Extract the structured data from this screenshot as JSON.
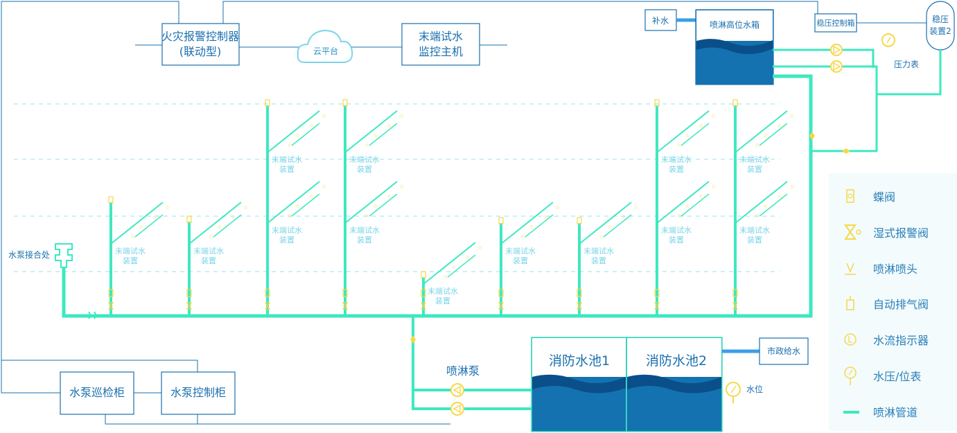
{
  "top": {
    "fire_controller": [
      "火灾报警控制器",
      "(联动型)"
    ],
    "cloud": "云平台",
    "terminal_host": [
      "末端试水",
      "监控主机"
    ],
    "refill": "补水",
    "high_tank": "喷淋高位水箱",
    "stab_cabinet": "稳压控制箱",
    "stab_device": [
      "稳压",
      "装置2"
    ],
    "pressure_gauge": "压力表"
  },
  "left": {
    "pump_adapter": "水泵接合处",
    "pump_inspect": "水泵巡检柜",
    "pump_control": "水泵控制柜"
  },
  "bottom": {
    "spray_pump": "喷淋泵",
    "pool1": "消防水池1",
    "pool2": "消防水池2",
    "municipal": "市政给水",
    "water_level": "水位"
  },
  "device_label": [
    "末端试水",
    "装置"
  ],
  "legend": [
    {
      "icon": "butterfly-valve",
      "label": "蝶阀"
    },
    {
      "icon": "wet-alarm-valve",
      "label": "湿式报警阀"
    },
    {
      "icon": "sprinkler-head",
      "label": "喷淋喷头"
    },
    {
      "icon": "air-vent-valve",
      "label": "自动排气阀"
    },
    {
      "icon": "flow-indicator",
      "label": "水流指示器"
    },
    {
      "icon": "pressure-gauge",
      "label": "水压/位表"
    },
    {
      "icon": "spray-pipe",
      "label": "喷淋管道"
    }
  ],
  "colors": {
    "pipe": "#3ee8c0",
    "line": "#1a6fae",
    "yellow": "#f5d84a",
    "water_dark": "#0a4f8a",
    "water": "#1472b0",
    "dash": "#b8ecf5"
  }
}
